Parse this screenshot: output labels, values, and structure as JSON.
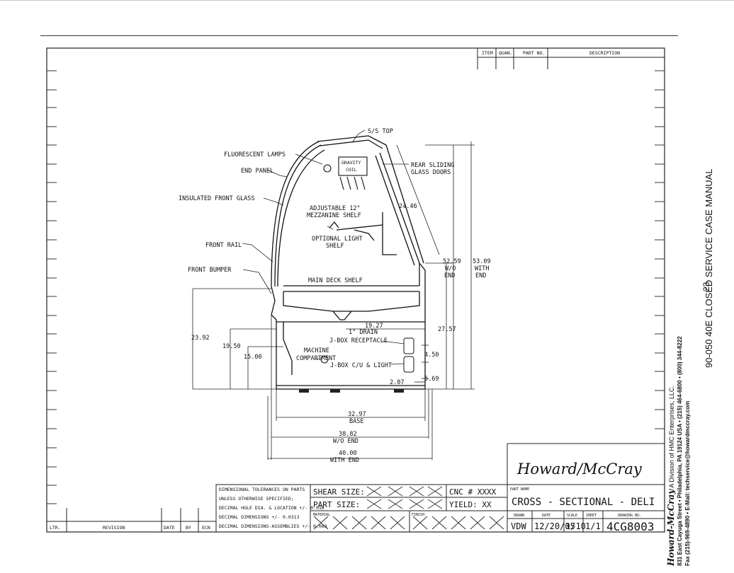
{
  "manual_title": "90-050 40E CLOSED SERVICE CASE MANUAL",
  "page_number": "23",
  "company": {
    "name": "Howard-McCray",
    "division": "A Division of HMC Enterprises, LLC.",
    "address_line": "831 East Cayuga Street • Philadelphia, PA 19124 USA • (215) 464-6800 • (800) 344-8222",
    "contact_line": "Fax (215)-969-4890 • E-Mail: techservice@howardmccray.com"
  },
  "parts_table_header": {
    "item": "ITEM",
    "quan": "QUAN.",
    "part_no": "PART NO.",
    "description": "DESCRIPTION"
  },
  "revision_block": {
    "ltr": "LTR.",
    "revision": "REVISION",
    "date": "DATE",
    "by": "BY",
    "ecn": "ECN"
  },
  "tolerances": {
    "line1": "DIMENSIONAL TOLERANCES ON PARTS",
    "line2": "UNLESS OTHERWISE SPECIFIED;",
    "line3": "DECIMAL HOLE DIA. & LOCATION +/- 0.016",
    "line4": "DECIMAL DIMENSIONS +/- 0.0313",
    "line5": "DECIMAL DIMENSIONS-ASSEMBLIES +/- 0.063"
  },
  "title_block": {
    "logo_text": "Howard/McCray",
    "shear_size": "SHEAR SIZE:",
    "part_size": "PART SIZE:",
    "cnc": "CNC # XXXX",
    "yield": "YIELD: XX",
    "material": "MATERIAL",
    "finish": "FINISH",
    "part_name_label": "PART NAME",
    "part_name": "CROSS - SECTIONAL - DELI",
    "drawn_label": "DRAWN",
    "date_label": "DATE",
    "scale_label": "SCALE",
    "sheet_label": "SHEET",
    "drawing_no_label": "DRAWING NO.",
    "drawn": "VDW",
    "date": "12/20/05",
    "scale": "1/10",
    "sheet": "1/1",
    "drawing_no": "4CG8003"
  },
  "callouts": {
    "ss_top": "S/S TOP",
    "fluorescent_lamps": "FLUORESCENT LAMPS",
    "end_panel": "END PANEL",
    "gravity_coil_1": "GRAVITY",
    "gravity_coil_2": "COIL",
    "rear_doors_1": "REAR SLIDING",
    "rear_doors_2": "GLASS DOORS",
    "insulated_glass": "INSULATED FRONT GLASS",
    "adjustable_1": "ADJUSTABLE 12\"",
    "adjustable_2": "MEZZANINE SHELF",
    "optional_light_1": "OPTIONAL LIGHT",
    "optional_light_2": "SHELF",
    "front_rail": "FRONT RAIL",
    "front_bumper": "FRONT BUMPER",
    "main_deck": "MAIN DECK SHELF",
    "drain": "1\" DRAIN",
    "jbox_receptacle": "J-BOX RECEPTACLE",
    "machine_1": "MACHINE",
    "machine_2": "COMPARTMENT",
    "jbox_light": "J-BOX C/U & LIGHT"
  },
  "dimensions": {
    "d24_46": "24.46",
    "d52_59": "52.59",
    "wo_end": "W/O",
    "end": "END",
    "d53_09": "53.09",
    "with": "WITH",
    "d19_27": "19.27",
    "d27_57": "27.57",
    "d23_92": "23.92",
    "d19_50": "19.50",
    "d15_00": "15.00",
    "d4_50": "4.50",
    "d5_69": "5.69",
    "d2_07": "2.07",
    "d32_97": "32.97",
    "base": "BASE",
    "d38_82": "38.82",
    "wo_end_full": "W/O END",
    "d40_00": "40.00",
    "with_end": "WITH END"
  }
}
